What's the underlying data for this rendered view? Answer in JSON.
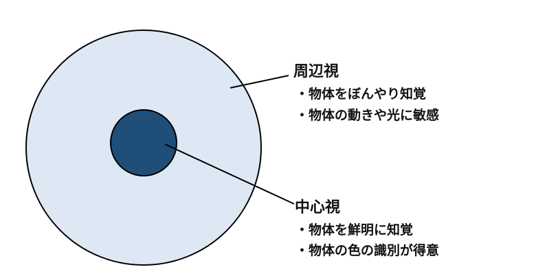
{
  "peripheral": {
    "title": "周辺視",
    "bullets": [
      "・物体をぼんやり知覚",
      "・物体の動きや光に敏感"
    ],
    "fill": "#dde8f4"
  },
  "central": {
    "title": "中心視",
    "bullets": [
      "・物体を鮮明に知覚",
      "・物体の色の識別が得意"
    ],
    "fill": "#1f4e79"
  }
}
